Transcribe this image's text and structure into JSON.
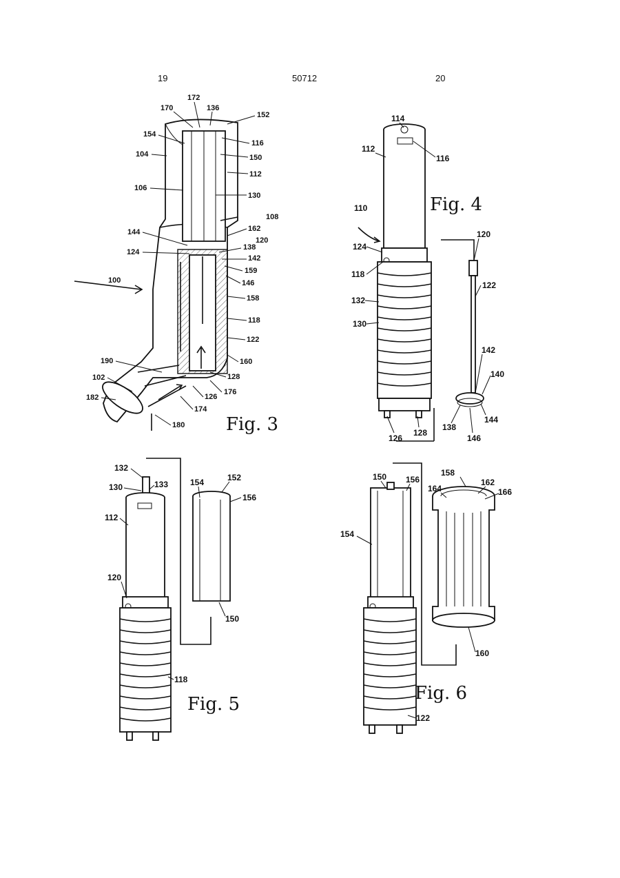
{
  "header": {
    "left_page": "19",
    "doc_number": "50712",
    "right_page": "20"
  },
  "figures": {
    "fig3": {
      "caption": "Fig. 3",
      "labels": [
        "172",
        "170",
        "136",
        "152",
        "154",
        "104",
        "116",
        "150",
        "112",
        "106",
        "130",
        "108",
        "162",
        "144",
        "120",
        "138",
        "124",
        "142",
        "159",
        "100",
        "146",
        "158",
        "118",
        "122",
        "190",
        "160",
        "102",
        "128",
        "176",
        "182",
        "126",
        "174",
        "180"
      ]
    },
    "fig4": {
      "caption": "Fig. 4",
      "labels": [
        "114",
        "112",
        "116",
        "110",
        "120",
        "124",
        "118",
        "122",
        "132",
        "130",
        "142",
        "140",
        "144",
        "138",
        "146",
        "126",
        "128"
      ]
    },
    "fig5": {
      "caption": "Fig. 5",
      "labels": [
        "132",
        "130",
        "133",
        "112",
        "154",
        "152",
        "156",
        "120",
        "150",
        "118"
      ]
    },
    "fig6": {
      "caption": "Fig. 6",
      "labels": [
        "150",
        "156",
        "158",
        "162",
        "164",
        "166",
        "154",
        "160",
        "122"
      ]
    }
  }
}
